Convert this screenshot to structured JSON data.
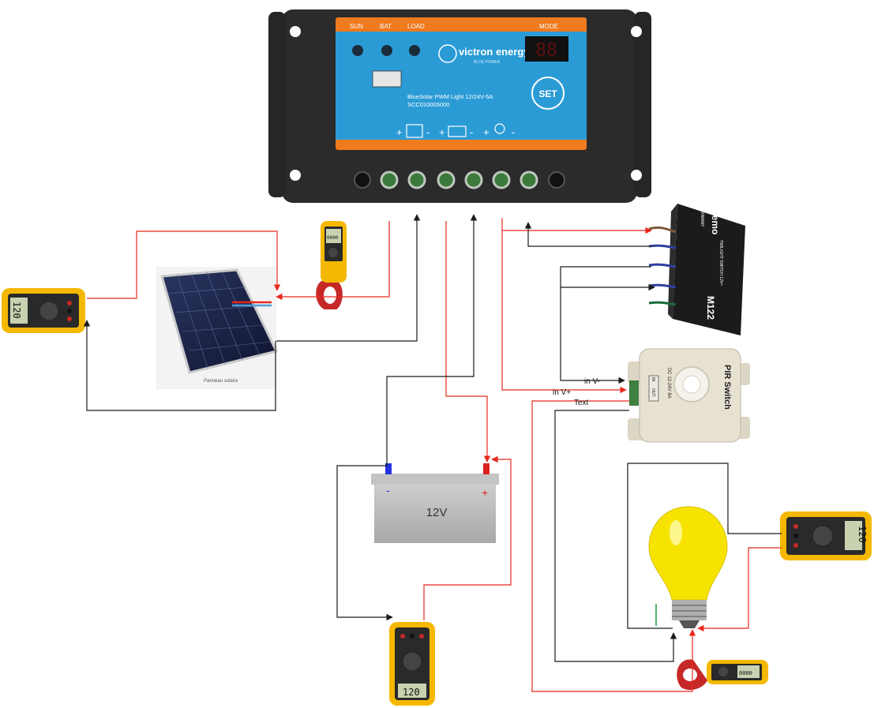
{
  "controller": {
    "indicators": [
      "SUN",
      "BAT",
      "LOAD"
    ],
    "mode_label": "MODE",
    "brand": "victron energy",
    "brand_sub": "BLUE POWER",
    "model_line1": "BlueSolar PWM Light 12/24V-5A",
    "model_line2": "SCC010005000",
    "set_label": "SET",
    "display_value": "88",
    "terminal_marks": [
      "+",
      "-",
      "+",
      "-",
      "+",
      "-"
    ]
  },
  "solar_panel": {
    "caption": "Panneau solaire"
  },
  "battery": {
    "voltage": "12V",
    "minus": "-",
    "plus": "+"
  },
  "twilight_switch": {
    "brand": "Kemo",
    "country": "GERMANY",
    "title": "TWILIGHT SWITCH 12V=",
    "model": "M122"
  },
  "pir_switch": {
    "title": "PIR Switch",
    "spec": "DC 12-24V 8A",
    "terminals_in": "IN",
    "terminals_out": "OUT"
  },
  "wire_labels": {
    "in_minus": "in V-",
    "in_plus": "in V+",
    "text": "Text"
  },
  "multimeter": {
    "reading": "120"
  },
  "clamp_meter": {
    "reading": "0000"
  },
  "colors": {
    "wire_positive": "#e8281e",
    "wire_negative": "#1a1a1a",
    "controller_blue": "#2b9bd6",
    "controller_orange": "#f07a1e",
    "meter_yellow": "#f5b800",
    "bulb_yellow": "#f7e300",
    "battery_body": "#bdbdbd"
  }
}
